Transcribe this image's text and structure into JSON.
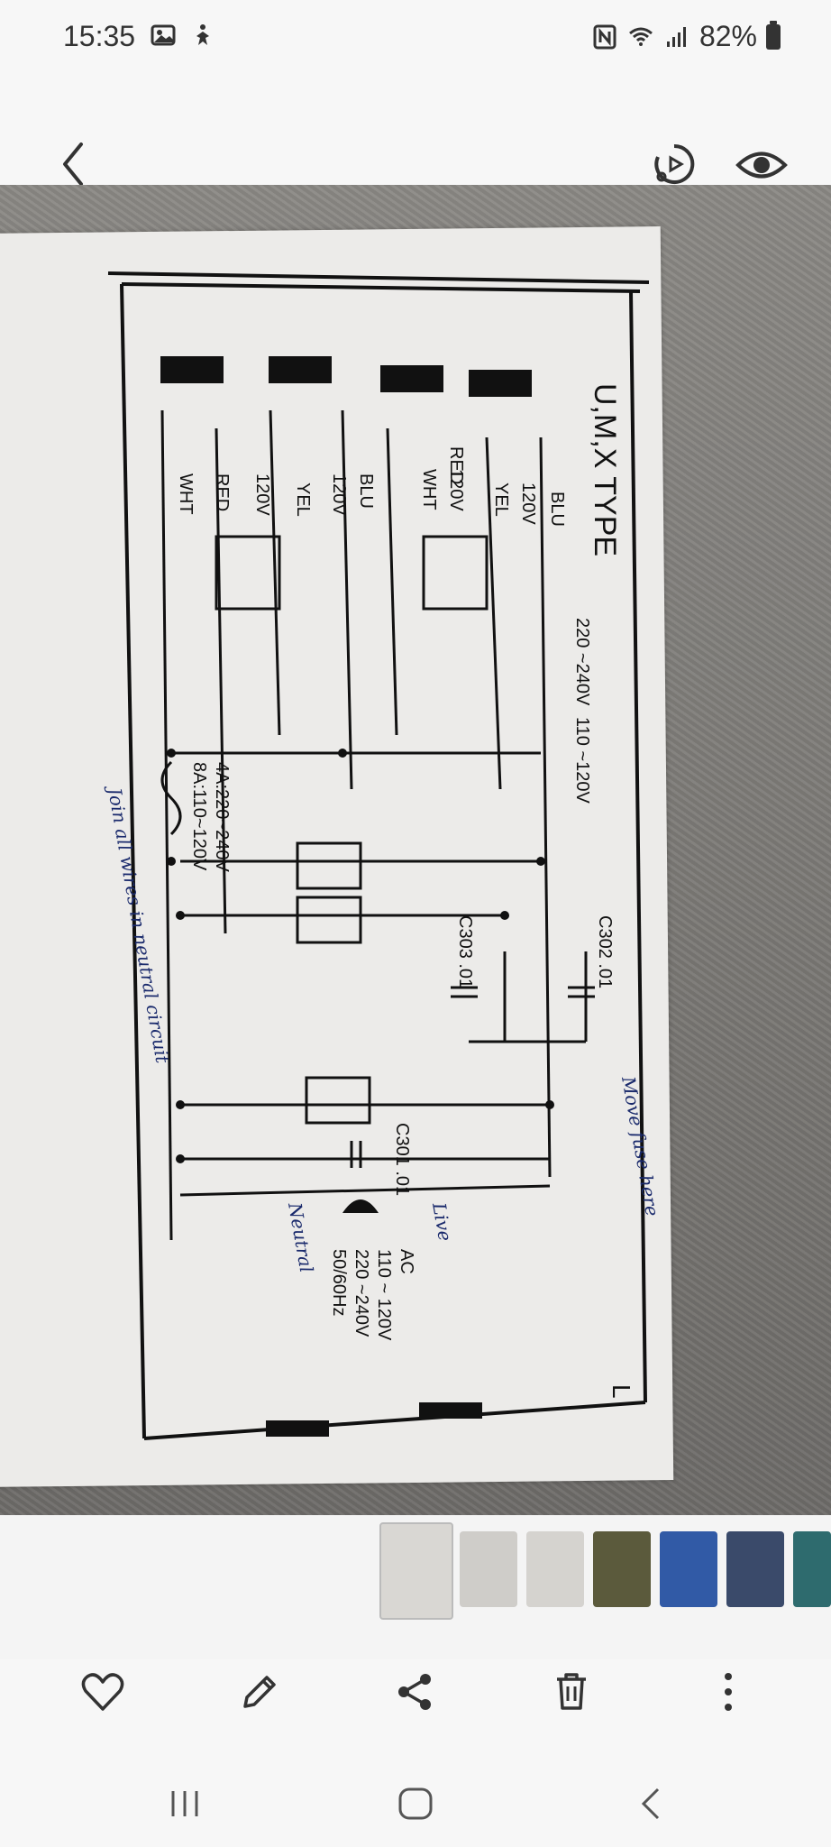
{
  "status_bar": {
    "time": "15:35",
    "battery": "82%",
    "left_icons": [
      "gallery-icon",
      "accessibility-icon"
    ],
    "right_icons": [
      "nfc-icon",
      "wifi-icon",
      "signal-icon",
      "battery-icon"
    ]
  },
  "top_bar": {
    "icons": [
      "back-arrow-icon",
      "ar-emoji-icon",
      "eye-icon"
    ]
  },
  "schematic": {
    "title": "U,M,X TYPE",
    "voltage_high": "220\n~240V",
    "voltage_low": "110\n~120V",
    "wires": [
      "BLU",
      "120V",
      "YEL",
      "120V",
      "WHT",
      "RED",
      "BLU",
      "120V",
      "YEL",
      "120V",
      "RED",
      "WHT"
    ],
    "capacitors": [
      "C302 .01",
      "C303 .01",
      "C301 .01"
    ],
    "fuse_labels": [
      "4A:220~240V",
      "8A:110~120V"
    ],
    "ac_labels": [
      "AC",
      "110 ~ 120V",
      "220 ~240V",
      "50/60Hz"
    ],
    "handwritten": {
      "left": "Join all\nwires\nin neutral\ncircuit",
      "live": "Live",
      "neutral": "Neutral",
      "move_fuse": "Move\nfuse here"
    },
    "corner_letter": "L"
  },
  "thumbnails": [
    {
      "name": "schematic-1",
      "color": "#d9d7d3"
    },
    {
      "name": "schematic-2",
      "color": "#cfcdc9"
    },
    {
      "name": "schematic-3",
      "color": "#d5d3cf"
    },
    {
      "name": "wires-1",
      "color": "#5b5a3c"
    },
    {
      "name": "wires-2",
      "color": "#315aa6"
    },
    {
      "name": "wires-3",
      "color": "#3a4a6a"
    },
    {
      "name": "wires-4",
      "color": "#2e6b6e"
    }
  ],
  "actions": [
    "heart-icon",
    "pencil-icon",
    "share-icon",
    "trash-icon",
    "more-icon"
  ],
  "colors": {
    "accent_ocr": "#f2c94c"
  }
}
